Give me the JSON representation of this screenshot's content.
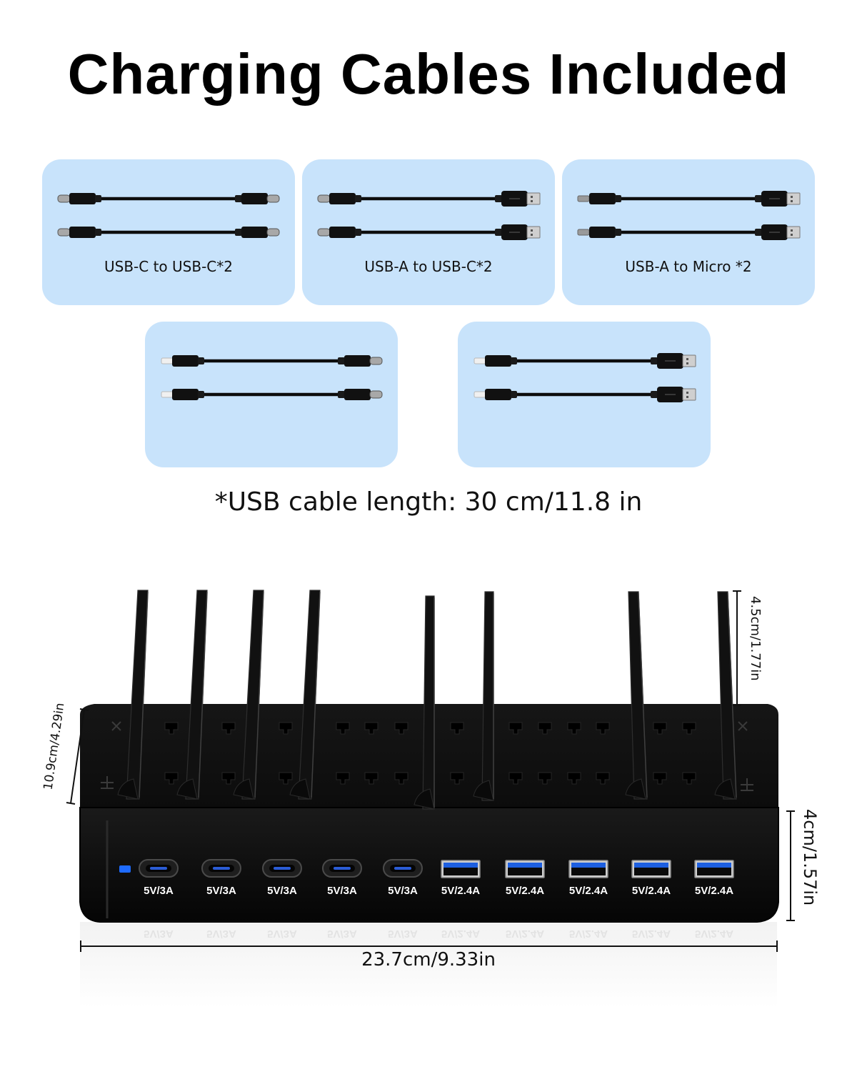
{
  "title": "Charging Cables Included",
  "cables": [
    {
      "label": "USB-C to USB-C*2",
      "left_end": "usb-c",
      "right_end": "usb-c"
    },
    {
      "label": "USB-A to USB-C*2",
      "left_end": "usb-c",
      "right_end": "usb-a"
    },
    {
      "label": "USB-A to Micro *2",
      "left_end": "micro-usb",
      "right_end": "usb-a"
    },
    {
      "label": "",
      "left_end": "lightning",
      "right_end": "usb-c"
    },
    {
      "label": "",
      "left_end": "lightning",
      "right_end": "usb-a"
    }
  ],
  "note": "*USB cable length: 30 cm/11.8 in",
  "device": {
    "ports": [
      {
        "type": "usb-c",
        "label": "5V/3A"
      },
      {
        "type": "usb-c",
        "label": "5V/3A"
      },
      {
        "type": "usb-c",
        "label": "5V/3A"
      },
      {
        "type": "usb-c",
        "label": "5V/3A"
      },
      {
        "type": "usb-c",
        "label": "5V/3A"
      },
      {
        "type": "usb-a",
        "label": "5V/2.4A"
      },
      {
        "type": "usb-a",
        "label": "5V/2.4A"
      },
      {
        "type": "usb-a",
        "label": "5V/2.4A"
      },
      {
        "type": "usb-a",
        "label": "5V/2.4A"
      },
      {
        "type": "usb-a",
        "label": "5V/2.4A"
      }
    ],
    "indicator_color": "#1e6bff"
  },
  "dimensions": {
    "divider_height": "4.5cm/1.77in",
    "depth": "10.9cm/4.29in",
    "height": "4cm/1.57in",
    "width": "23.7cm/9.33in"
  }
}
